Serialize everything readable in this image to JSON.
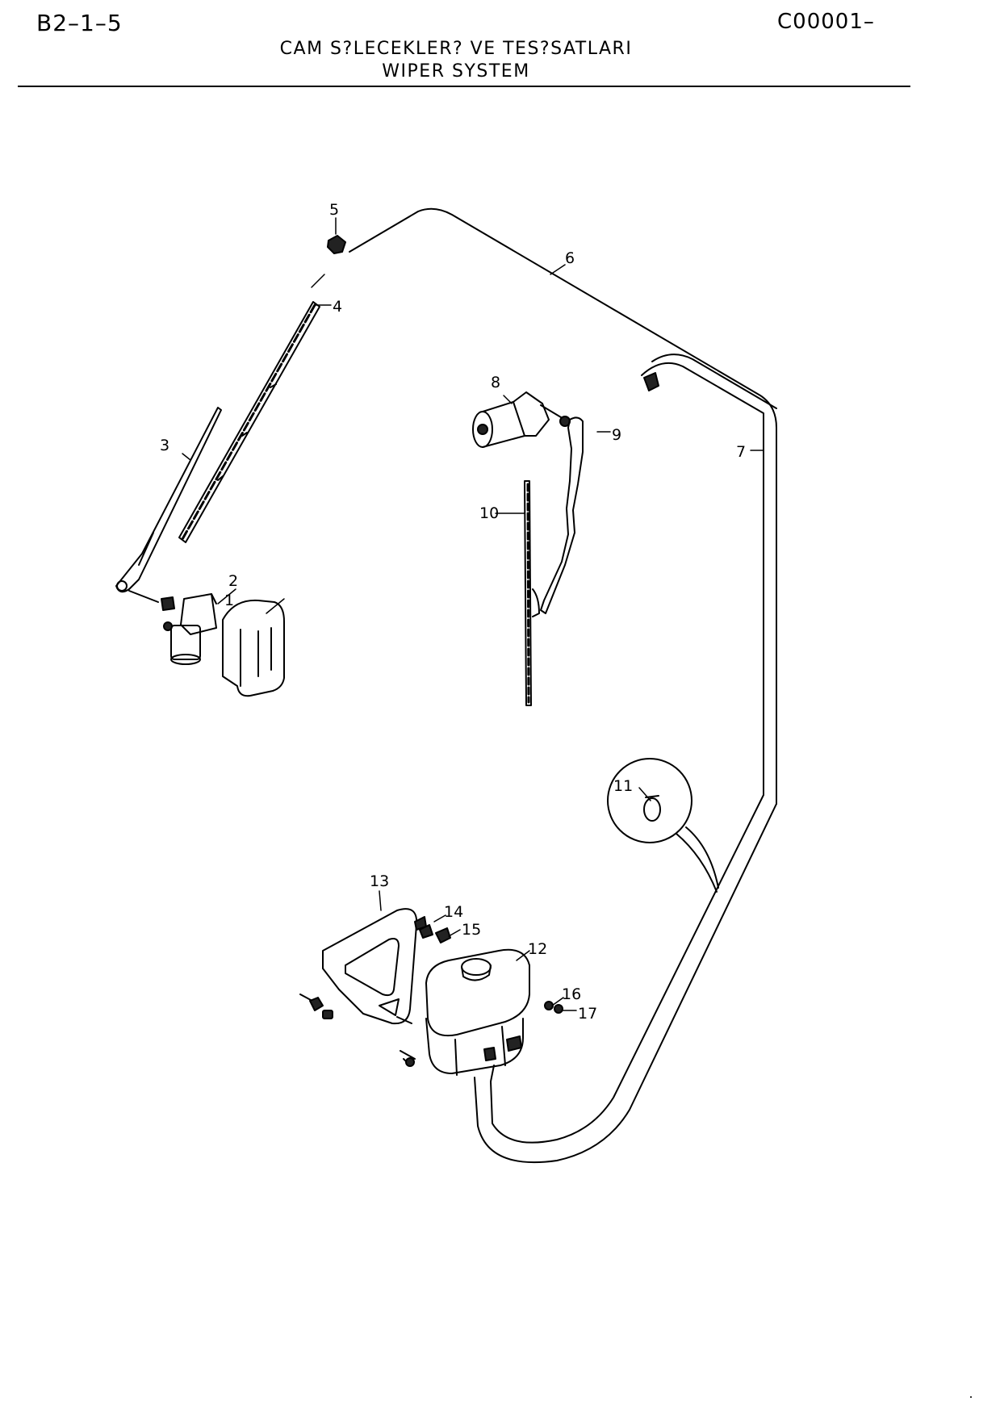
{
  "header": {
    "page_code": "B2–1–5",
    "catalog_code": "C00001–",
    "title_tr": "CAM S?LECEKLER? VE TES?SATLARI",
    "title_en": "WIPER SYSTEM"
  },
  "callouts": [
    "1",
    "2",
    "3",
    "4",
    "5",
    "6",
    "7",
    "8",
    "9",
    "10",
    "11",
    "12",
    "13",
    "14",
    "15",
    "16",
    "17"
  ]
}
